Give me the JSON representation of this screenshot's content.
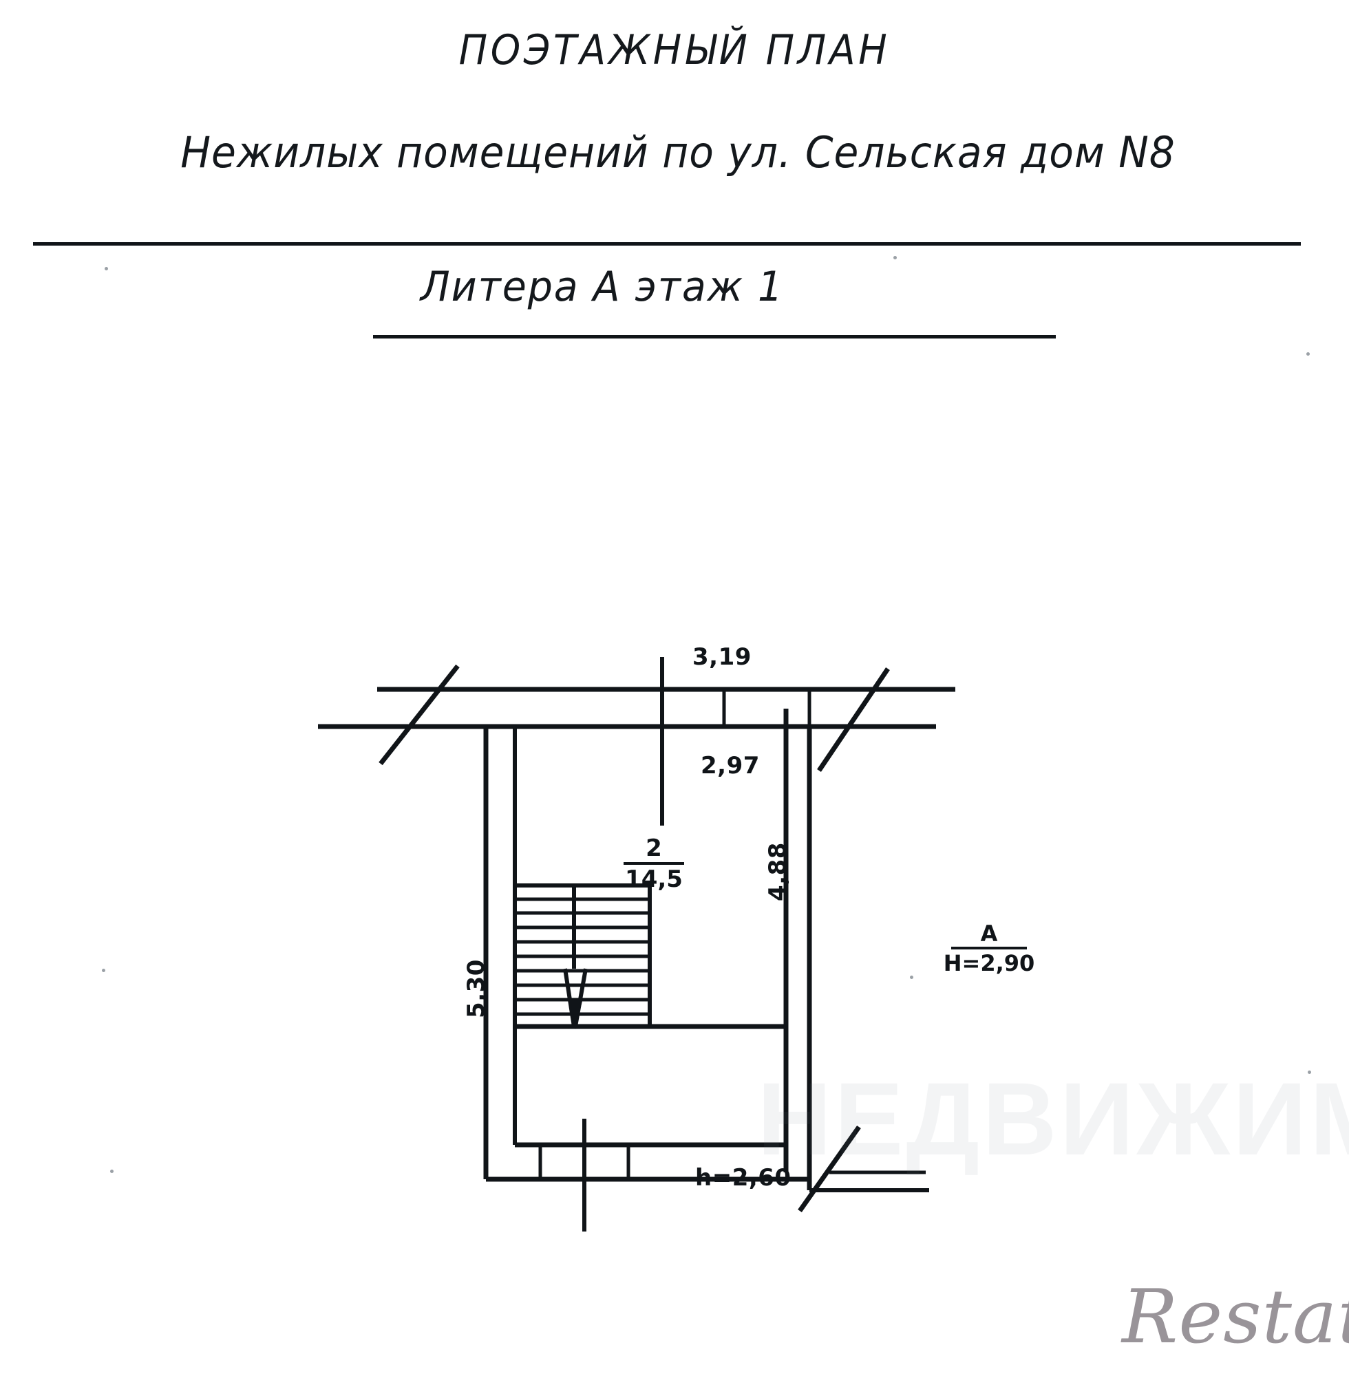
{
  "document": {
    "main_title": "ПОЭТАЖНЫЙ ПЛАН",
    "subtitle": "Нежилых помещений по ул. Сельская дом N8",
    "litera_line": "Литера      А    этаж 1"
  },
  "plan": {
    "dimensions": {
      "top_width": "3,19",
      "inner_width": "2,97",
      "right_height": "4,88",
      "left_height": "5,30"
    },
    "room": {
      "number": "2",
      "area": "14,5"
    },
    "heights": {
      "stair_hall": "h=2,60",
      "litera_letter": "A",
      "litera_height": "H=2,90"
    }
  },
  "watermarks": {
    "background": "НЕДВИЖИМОСТЬ",
    "logo": "Restate"
  }
}
